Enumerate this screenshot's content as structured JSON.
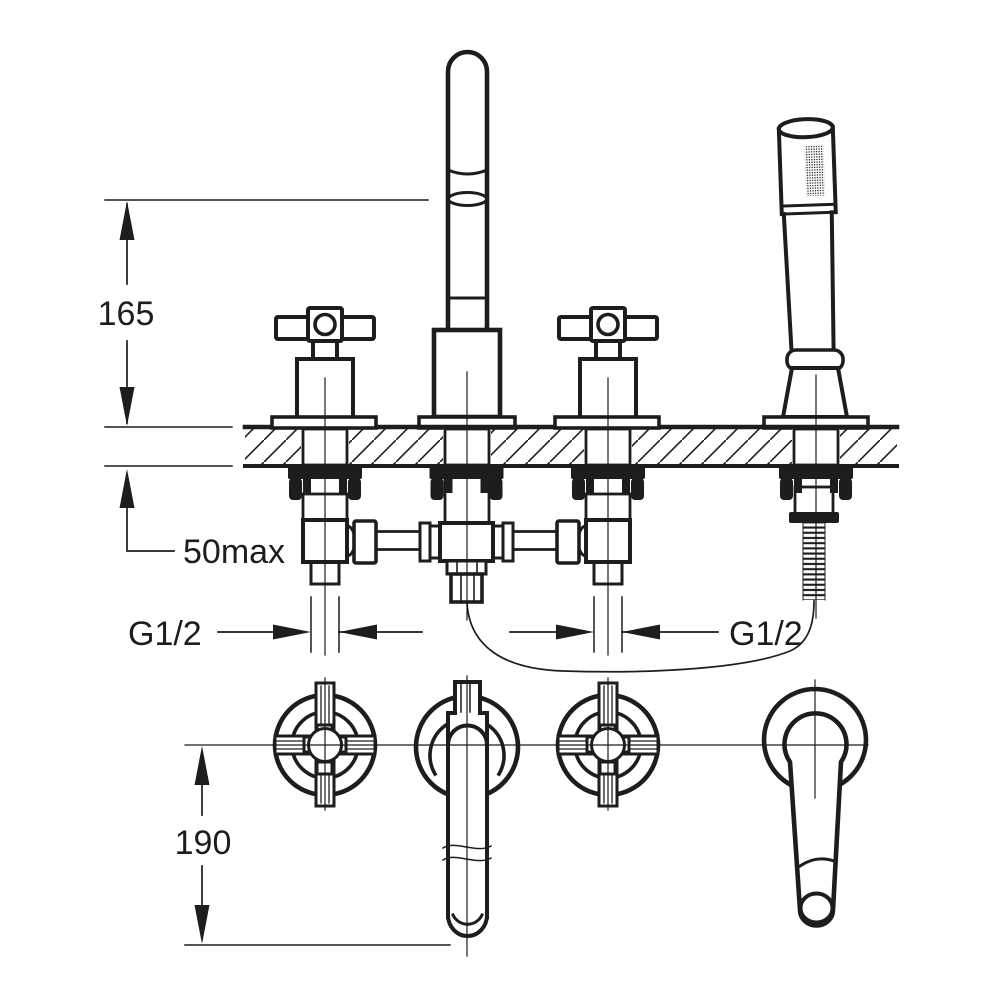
{
  "drawing": {
    "type": "technical-line-drawing",
    "subject": "deck-mounted 4-hole bath shower mixer, side section view and plan view",
    "colors": {
      "ink": "#1d1d1b",
      "paper": "#ffffff"
    },
    "dimensions": {
      "spout_outlet_height": {
        "label": "165"
      },
      "max_deck_thickness": {
        "label": "50max"
      },
      "left_inlet_thread": {
        "label": "G1/2"
      },
      "right_inlet_thread": {
        "label": "G1/2"
      },
      "spout_projection": {
        "label": "190"
      }
    }
  }
}
